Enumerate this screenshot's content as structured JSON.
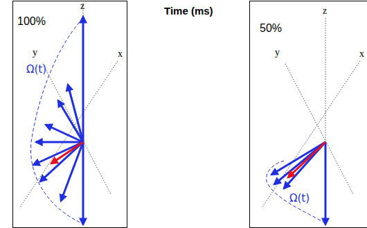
{
  "diagram": {
    "title": "Time (ms)",
    "nodes": [
      {
        "text": [
          "100%"
        ]
      },
      {
        "text": [
          "50%"
        ]
      }
    ],
    "labels": [
      "z",
      "y",
      "x",
      "Ω(t)",
      "z",
      "y",
      "x",
      "Ω(t)"
    ]
  }
}
